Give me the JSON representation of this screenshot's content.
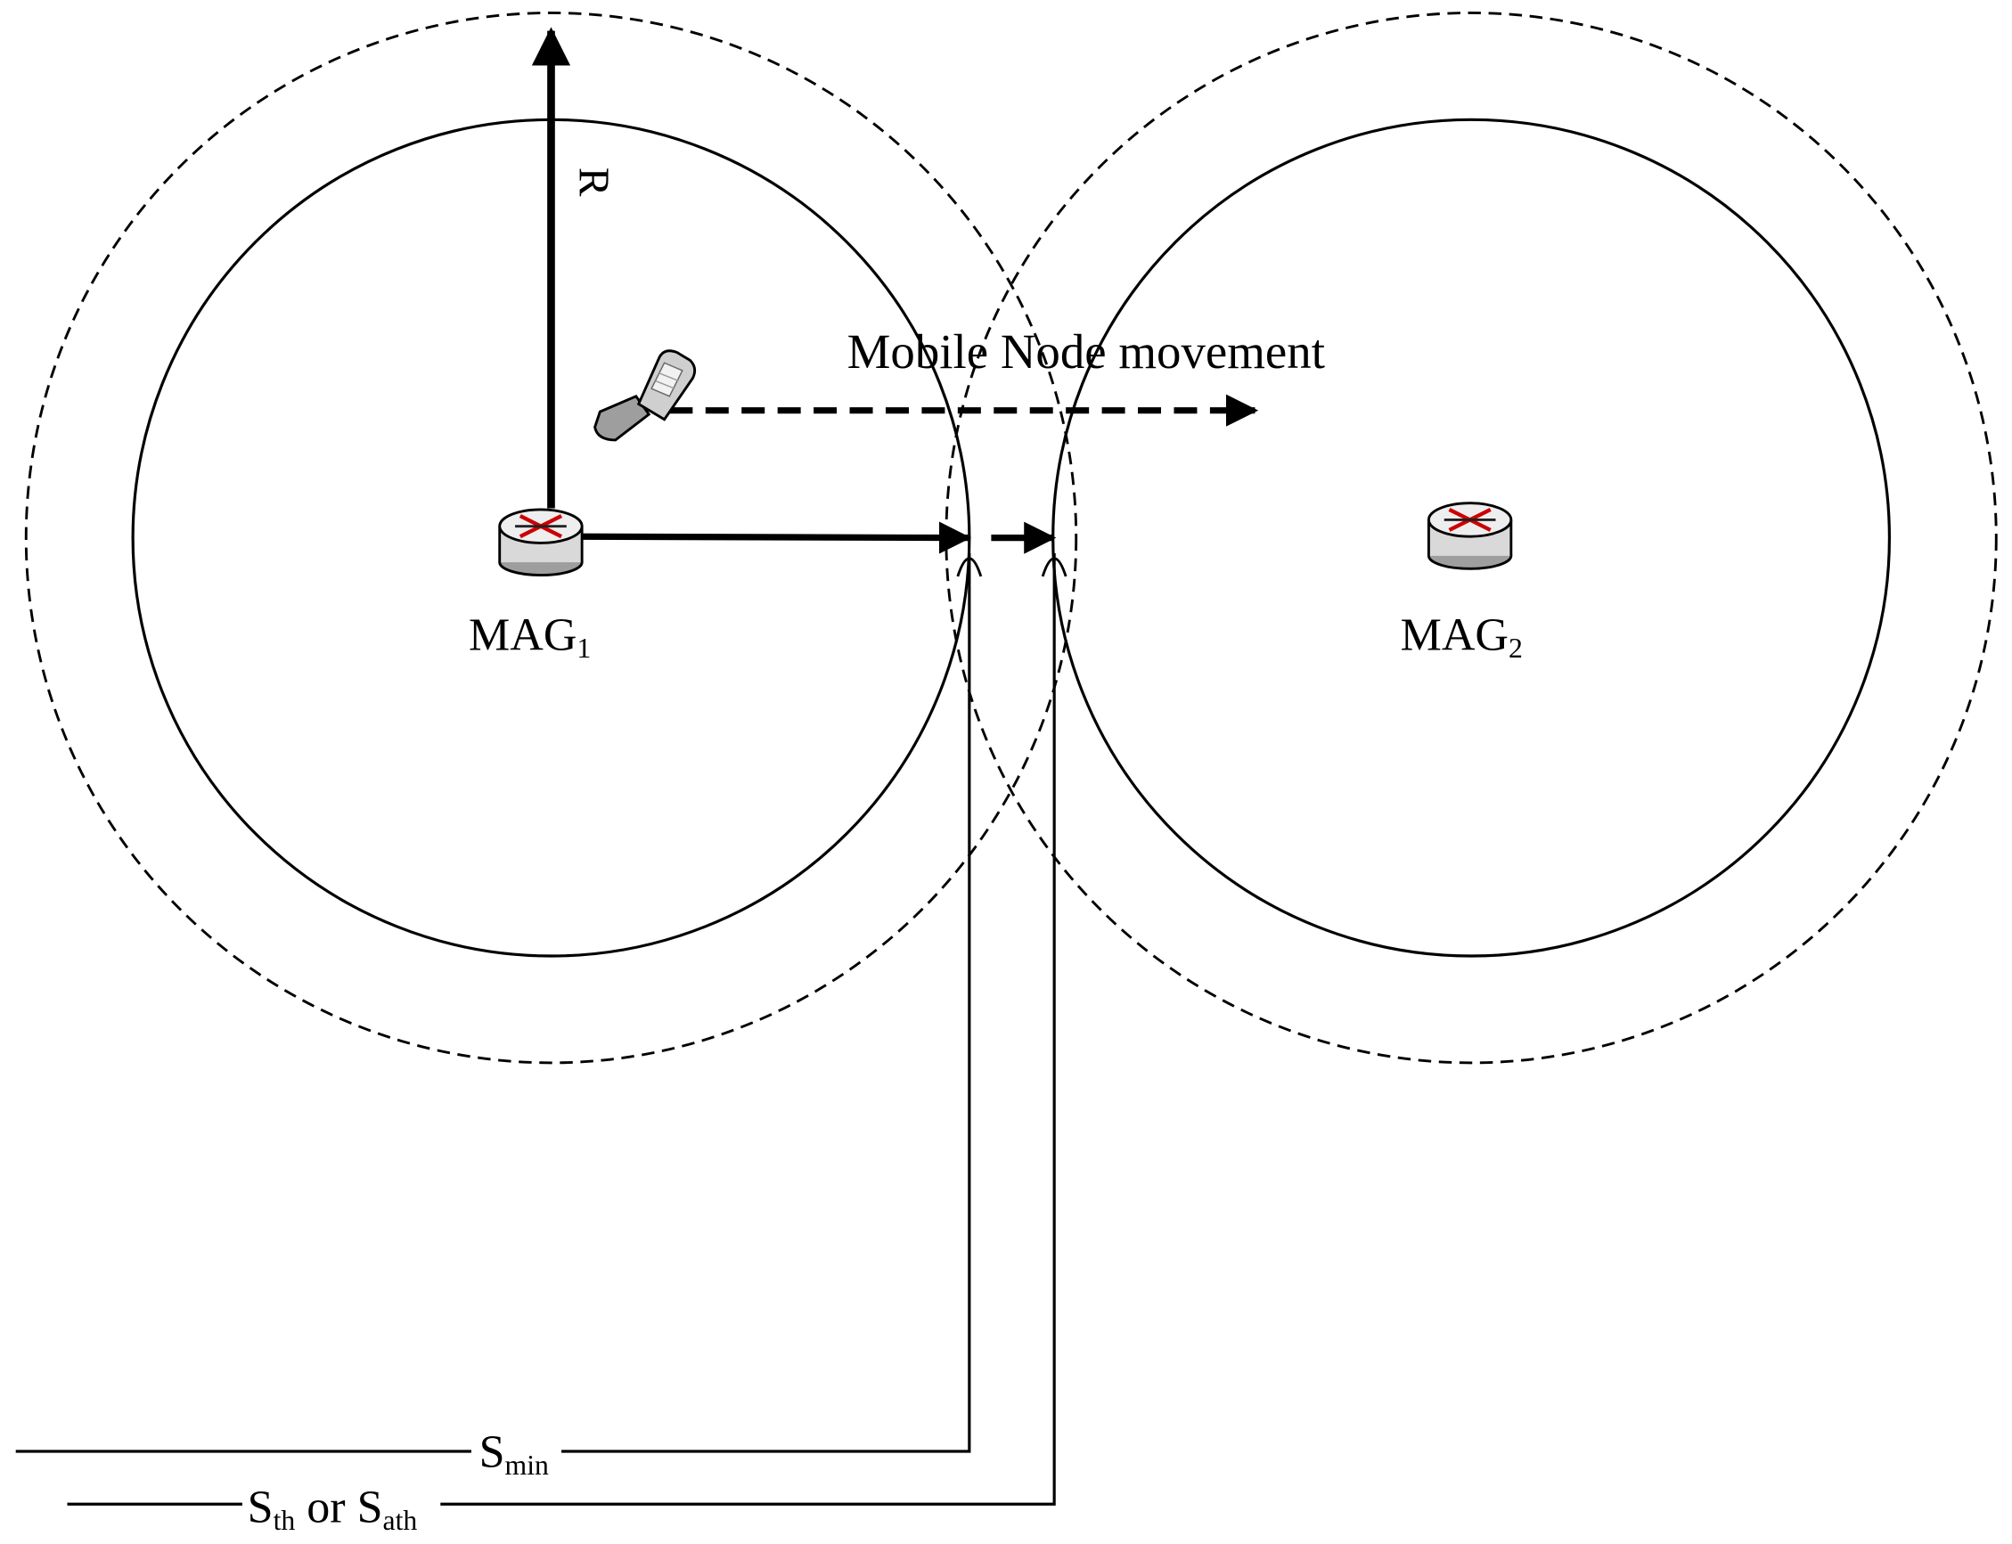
{
  "labels": {
    "radius": "R",
    "movement": "Mobile Node movement",
    "mag1": {
      "base": "MAG",
      "sub": "1"
    },
    "mag2": {
      "base": "MAG",
      "sub": "2"
    },
    "smin": {
      "base": "S",
      "sub": "min"
    },
    "sth": {
      "base": "S",
      "sub": "th",
      "joiner": " or ",
      "base2": "S",
      "sub2": "ath"
    }
  },
  "icons": {
    "router": "router-icon",
    "mobile": "mobile-phone-icon"
  },
  "colors": {
    "stroke": "#000000",
    "router_body": "#d9d9d9",
    "router_arrows": "#cc0000",
    "phone_body": "#bdbdbd"
  }
}
